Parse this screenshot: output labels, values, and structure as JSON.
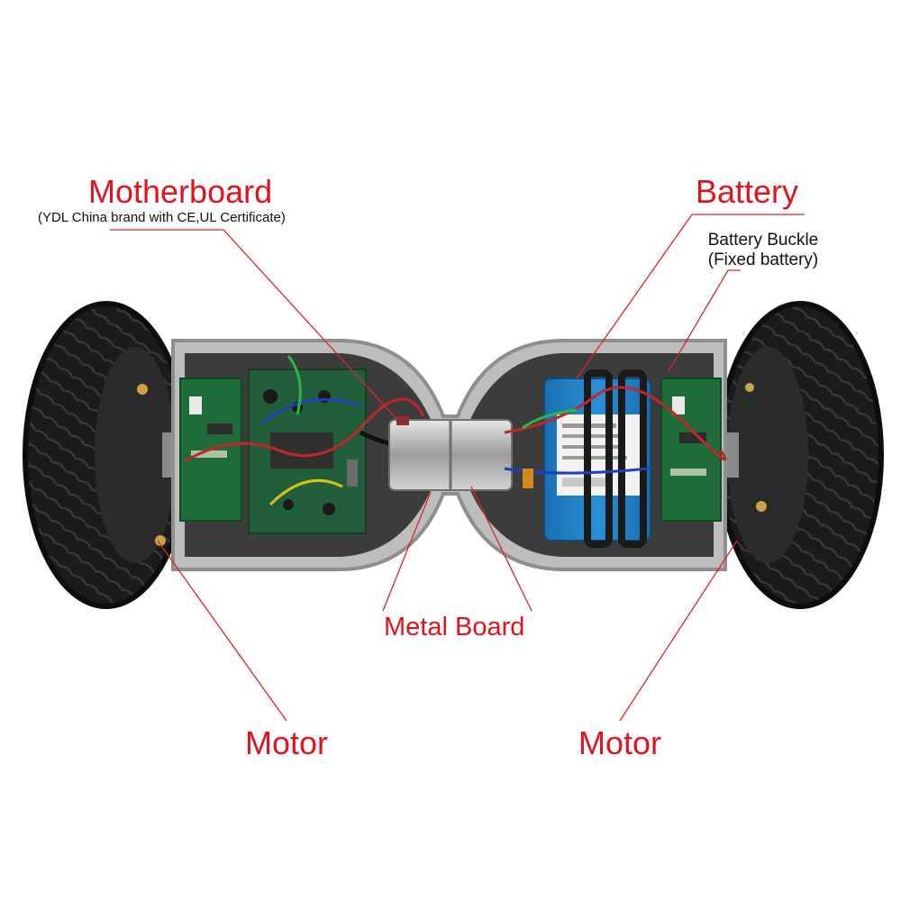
{
  "labels": {
    "motherboard": "Motherboard",
    "motherboard_note": "(YDL China brand with CE,UL Certificate)",
    "battery": "Battery",
    "battery_buckle_line1": "Battery Buckle",
    "battery_buckle_line2": "(Fixed battery)",
    "metal_board": "Metal Board",
    "motor_left": "Motor",
    "motor_right": "Motor"
  },
  "colors": {
    "label_red": "#e0141e",
    "leader_line": "#d9252b",
    "tire": "#1b1b1b",
    "frame": "#c9c9c9",
    "pcb_green": "#1f6b3a",
    "battery_blue": "#1f7fc4"
  }
}
